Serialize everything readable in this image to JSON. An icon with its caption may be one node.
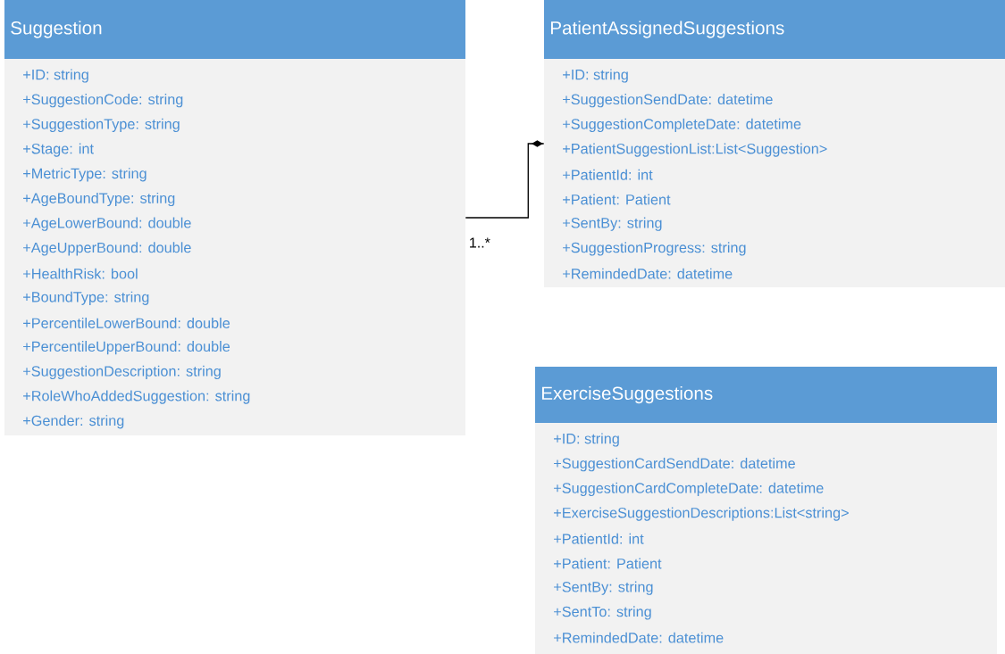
{
  "diagram": {
    "nodes": [
      {
        "text": [
          "Suggestion",
          "+ID: string",
          "+SuggestionCode: string",
          "+SuggestionType: string",
          "+Stage: int",
          "+MetricType: string",
          "+AgeBoundType: string",
          "+AgeLowerBound: double",
          "+AgeUpperBound: double",
          "+HealthRisk: bool",
          "+BoundType: string",
          "+PercentileLowerBound: double",
          "+PercentileUpperBound: double",
          "+SuggestionDescription: string",
          "+RoleWhoAddedSuggestion: string",
          "+Gender: string"
        ]
      },
      {
        "text": [
          "PatientAssignedSuggestions",
          "+ID: string",
          "+SuggestionSendDate: datetime",
          "+SuggestionCompleteDate: datetime",
          "+PatientSuggestionList:List<Suggestion>",
          "+PatientId: int",
          "+Patient: Patient",
          "+SentBy: string",
          "+SuggestionProgress: string",
          "+RemindedDate: datetime"
        ]
      },
      {
        "text": [
          "ExerciseSuggestions",
          "+ID: string",
          "+SuggestionCardSendDate: datetime",
          "+SuggestionCardCompleteDate: datetime",
          "+ExerciseSuggestionDescriptions:List<string>",
          "+PatientId: int",
          "+Patient: Patient",
          "+SentBy: string",
          "+SentTo: string",
          "+RemindedDate: datetime"
        ]
      }
    ],
    "edges": [
      {
        "from": 0,
        "to": 1,
        "arrow": "other",
        "label": "1..*"
      }
    ]
  }
}
